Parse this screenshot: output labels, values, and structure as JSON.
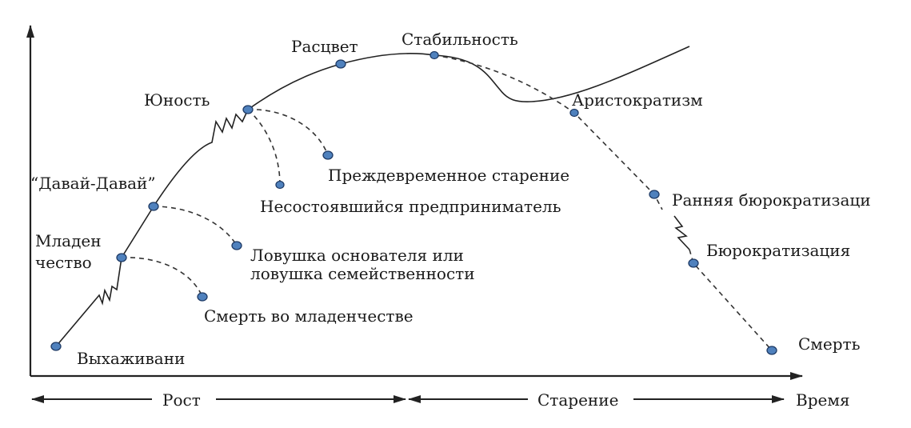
{
  "diagram": {
    "colors": {
      "point": "#4f81bd",
      "line": "#222222"
    },
    "stages_growth": {
      "courtship": "Выхаживани",
      "infancy_1": "Младен",
      "infancy_2": "чество",
      "go_go": "“Давай-Давай”",
      "adolescence": "Юность",
      "prime": "Расцвет",
      "stability": "Стабильность"
    },
    "stages_aging": {
      "aristocracy": "Аристократизм",
      "early_bureaucracy": "Ранняя бюрократизаци",
      "bureaucracy": "Бюрократизация",
      "death": "Смерть"
    },
    "traps": {
      "infant_mortality": "Смерть во младенчестве",
      "founder_trap_1": "Ловушка основателя или",
      "founder_trap_2": "ловушка семейственности",
      "unfulfilled_entrepreneur": "Несостоявшийся предприниматель",
      "premature_aging": "Преждевременное старение"
    },
    "axis": {
      "growth": "Рост",
      "aging": "Старение",
      "time": "Время"
    }
  }
}
